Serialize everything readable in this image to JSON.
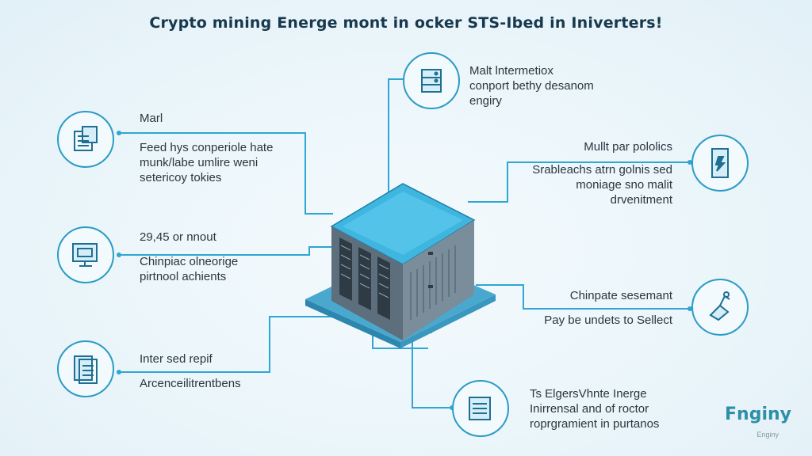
{
  "title": "Crypto mining Energe mont in ocker STS-Ibed in Iniverters!",
  "left_blocks": [
    {
      "lines": [
        "Marl",
        "Feed hys conperiole hate",
        "munk/labe umlire weni",
        "setericoy tokies"
      ],
      "icon": "server-rack-icon"
    },
    {
      "lines": [
        "29,45 or nnout",
        "Chinpiac olneorige",
        "pirtnool achients"
      ],
      "icon": "monitor-icon"
    },
    {
      "lines": [
        "Inter sed repif",
        "Arcenceilitrentbens"
      ],
      "icon": "document-stack-icon"
    }
  ],
  "right_blocks": [
    {
      "lines": [
        "Malt lntermetiox",
        "conport bethy desanom",
        "engiry"
      ],
      "icon": "server-box-icon"
    },
    {
      "lines": [
        "Mullt par pololics",
        "Srableachs atrn golnis sed",
        "moniage sno malit",
        "drvenitment"
      ],
      "icon": "power-unit-icon"
    },
    {
      "lines": [
        "Chinpate sesemant",
        "Pay be undets to Sellect"
      ],
      "icon": "hand-plug-icon"
    },
    {
      "lines": [
        "Ts ElgersVhnte Inerge",
        "Inirrensal and of roctor",
        "roprgramient in purtanos"
      ],
      "icon": "files-icon"
    }
  ],
  "brand": {
    "name": "Fnginy",
    "sub": "Enginy"
  },
  "colors": {
    "accent": "#2b9bc4",
    "box_top": "#3fb6e0",
    "box_side": "#6b7e8c",
    "platform": "#4aa8cf"
  }
}
